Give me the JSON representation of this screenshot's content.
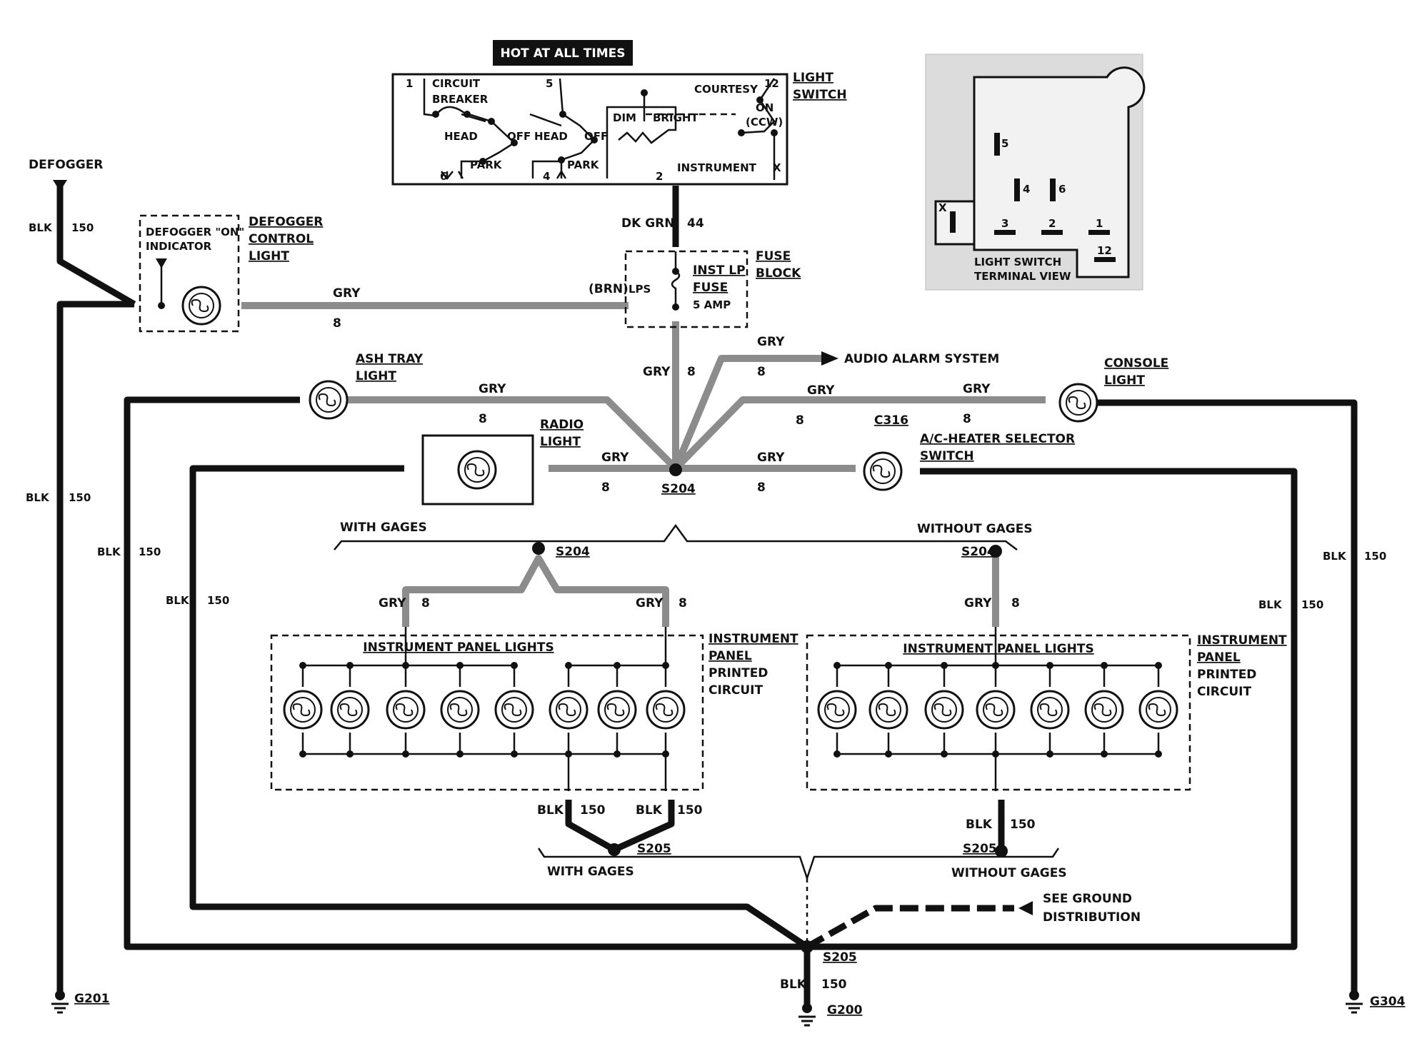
{
  "hot_banner": "HOT AT ALL TIMES",
  "light_switch": {
    "title_1": "LIGHT",
    "title_2": "SWITCH",
    "t1": "1",
    "circuit": "CIRCUIT",
    "breaker": "BREAKER",
    "t5": "5",
    "courtesy": "COURTESY",
    "t12": "12",
    "dim": "DIM",
    "bright": "BRIGHT",
    "on": "ON",
    "ccw": "(CCW)",
    "head_1": "HEAD",
    "off_1": "OFF",
    "head_2": "HEAD",
    "off_2": "OFF",
    "park_1": "PARK",
    "park_2": "PARK",
    "t6": "6",
    "t4": "4",
    "t2": "2",
    "instrument": "INSTRUMENT",
    "tx": "X"
  },
  "terminal_view": {
    "title_1": "LIGHT SWITCH",
    "title_2": "TERMINAL VIEW",
    "p5": "5",
    "p4": "4",
    "p6": "6",
    "p3": "3",
    "p2": "2",
    "p1": "1",
    "p12": "12",
    "px": "X"
  },
  "labels": {
    "defogger": "DEFOGGER",
    "blk": "BLK",
    "n150": "150",
    "gry": "GRY",
    "n8": "8",
    "dk_grn": "DK GRN",
    "n44": "44",
    "brn": "(BRN)",
    "lps": "LPS",
    "defog_ind_1": "DEFOGGER \"ON\"",
    "defog_ind_2": "INDICATOR",
    "defog_ctl_1": "DEFOGGER",
    "defog_ctl_2": "CONTROL",
    "defog_ctl_3": "LIGHT",
    "fuse_block_1": "FUSE",
    "fuse_block_2": "BLOCK",
    "inst_lp_1": "INST LP",
    "inst_lp_2": "FUSE",
    "inst_lp_3": "5 AMP",
    "audio_alarm": "AUDIO ALARM SYSTEM",
    "ash_tray_1": "ASH TRAY",
    "ash_tray_2": "LIGHT",
    "console_1": "CONSOLE",
    "console_2": "LIGHT",
    "radio_1": "RADIO",
    "radio_2": "LIGHT",
    "ac_heater_1": "A/C-HEATER SELECTOR",
    "ac_heater_2": "SWITCH",
    "c316": "C316",
    "s204": "S204",
    "s205": "S205",
    "with_gages": "WITH GAGES",
    "without_gages": "WITHOUT GAGES",
    "ipl": "INSTRUMENT PANEL LIGHTS",
    "ippc_1": "INSTRUMENT",
    "ippc_2": "PANEL",
    "ippc_3": "PRINTED",
    "ippc_4": "CIRCUIT",
    "see_ground_1": "SEE GROUND",
    "see_ground_2": "DISTRIBUTION",
    "g201": "G201",
    "g200": "G200",
    "g304": "G304"
  },
  "colors": {
    "black_wire": "#111111",
    "gray_wire": "#8c8c8c",
    "banner_bg": "#111111",
    "banner_fg": "#ffffff"
  }
}
